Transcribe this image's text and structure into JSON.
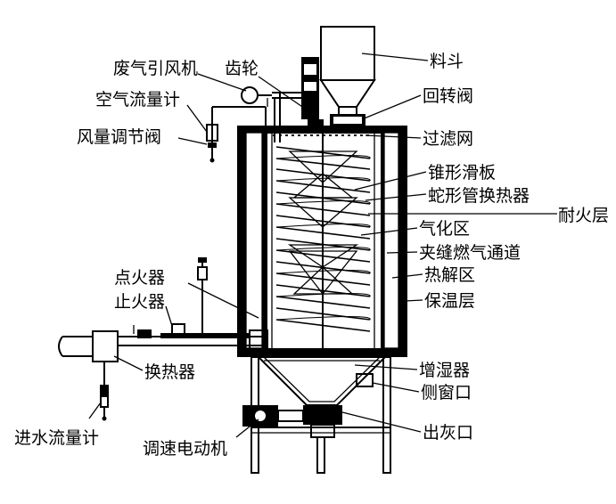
{
  "labels": {
    "hopper": "料斗",
    "rotary_valve": "回转阀",
    "filter_screen": "过滤网",
    "cone_slide": "锥形滑板",
    "coil_exchanger": "蛇形管换热器",
    "refractory_layer": "耐火层",
    "gasification_zone": "气化区",
    "gas_channel": "夹缝燃气通道",
    "pyrolysis_zone": "热解区",
    "insulation_layer": "保温层",
    "humidifier": "增湿器",
    "side_window": "侧窗口",
    "ash_outlet": "出灰口",
    "gear": "齿轮",
    "exhaust_fan": "废气引风机",
    "air_flowmeter": "空气流量计",
    "air_damper": "风量调节阀",
    "igniter": "点火器",
    "flame_arrester": "止火器",
    "heat_exchanger": "换热器",
    "water_flowmeter": "进水流量计",
    "speed_motor": "调速电动机"
  }
}
